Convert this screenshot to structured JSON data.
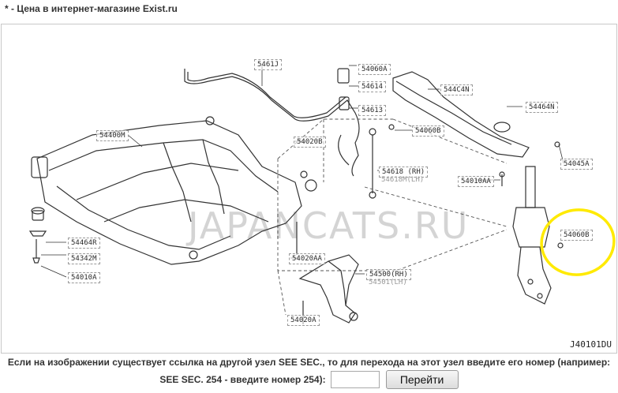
{
  "header": {
    "note": "* - Цена в интернет-магазине Exist.ru"
  },
  "diagram": {
    "code": "J40101DU",
    "watermark": "JAPANCATS.RU",
    "parts": {
      "p54400M": "54400M",
      "p5461J": "5461J",
      "p54060A": "54060A",
      "p54614": "54614",
      "p54613": "54613",
      "p544C4N": "544C4N",
      "p54464N": "54464N",
      "p54020B": "54020B",
      "p54060B_top": "54060B",
      "p54618": "54618 (RH)",
      "p54618M": "54618M(LH)",
      "p54010AA": "54010AA",
      "p54045A": "54045A",
      "p54060B_circled": "54060B",
      "p54464R": "54464R",
      "p54342M": "54342M",
      "p54010A": "54010A",
      "p54020AA": "54020AA",
      "p54500": "54500(RH)",
      "p54501": "54501(LH)",
      "p54020A": "54020A"
    }
  },
  "instructions": {
    "line1": "Если на изображении существует ссылка на другой узел SEE SEC., то для перехода на этот узел введите его номер (например:",
    "line2": "SEE SEC. 254 - введите номер 254):"
  },
  "form": {
    "input_value": "",
    "submit_label": "Перейти"
  },
  "colors": {
    "highlight": "#ffea00",
    "frame": "#c8c8c8"
  }
}
